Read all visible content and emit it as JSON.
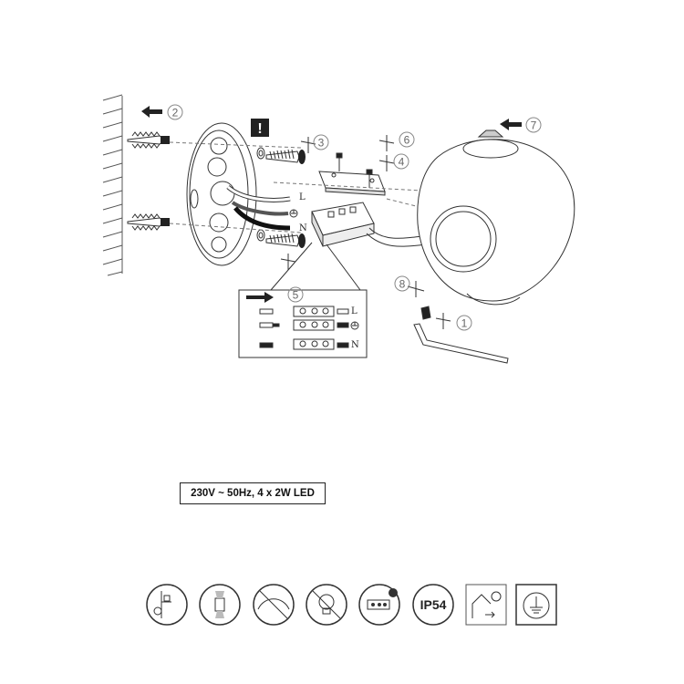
{
  "spec_text": "230V ~ 50Hz, 4 x 2W LED",
  "steps": [
    "1",
    "2",
    "3",
    "4",
    "5",
    "6",
    "7",
    "8"
  ],
  "warning_mark": "!",
  "wire_labels": {
    "live": "L",
    "neutral": "N"
  },
  "ip_rating": "IP54",
  "symbol_icons": [
    "wall-mount-icon",
    "light-distribution-icon",
    "no-dimmer-icon",
    "no-bulb-replacement-icon",
    "wiring-connector-icon",
    "ip-rating-icon",
    "house-and-bulb-icon",
    "protective-earth-icon"
  ]
}
